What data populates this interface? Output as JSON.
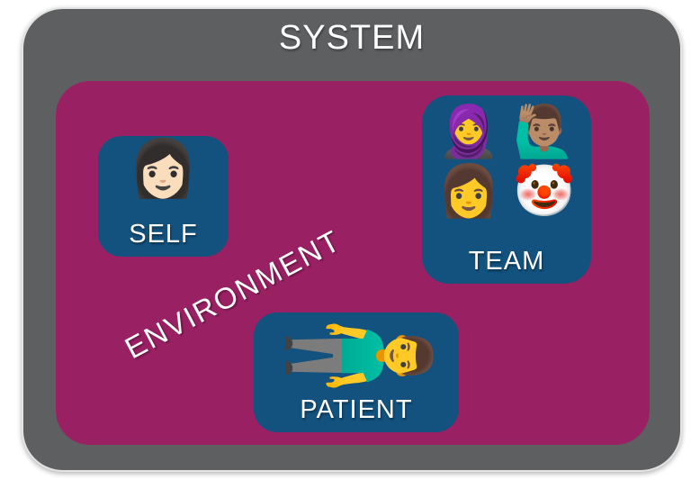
{
  "colors": {
    "page_background": "#ffffff",
    "system_fill": "#5e5f61",
    "environment_fill": "#9a2064",
    "unit_box_fill": "#13527e",
    "label_text": "#ffffff"
  },
  "system": {
    "label": "SYSTEM"
  },
  "environment": {
    "label": "ENVIRONMENT",
    "label_rotation_deg": -28
  },
  "boxes": {
    "self": {
      "label": "SELF",
      "emoji": "👩🏻",
      "emoji_name": "woman-light-skin-tone"
    },
    "team": {
      "label": "TEAM",
      "emojis": [
        {
          "char": "🧕",
          "name": "woman-with-headscarf"
        },
        {
          "char": "🙋🏽‍♂️",
          "name": "man-raising-hand-medium-skin-tone"
        },
        {
          "char": "👩",
          "name": "woman"
        },
        {
          "char": "🤡",
          "name": "clown-face"
        }
      ]
    },
    "patient": {
      "label": "PATIENT",
      "emoji": "🧍‍♂️",
      "emoji_name": "man-standing",
      "emoji_rotation_deg": 90
    }
  }
}
